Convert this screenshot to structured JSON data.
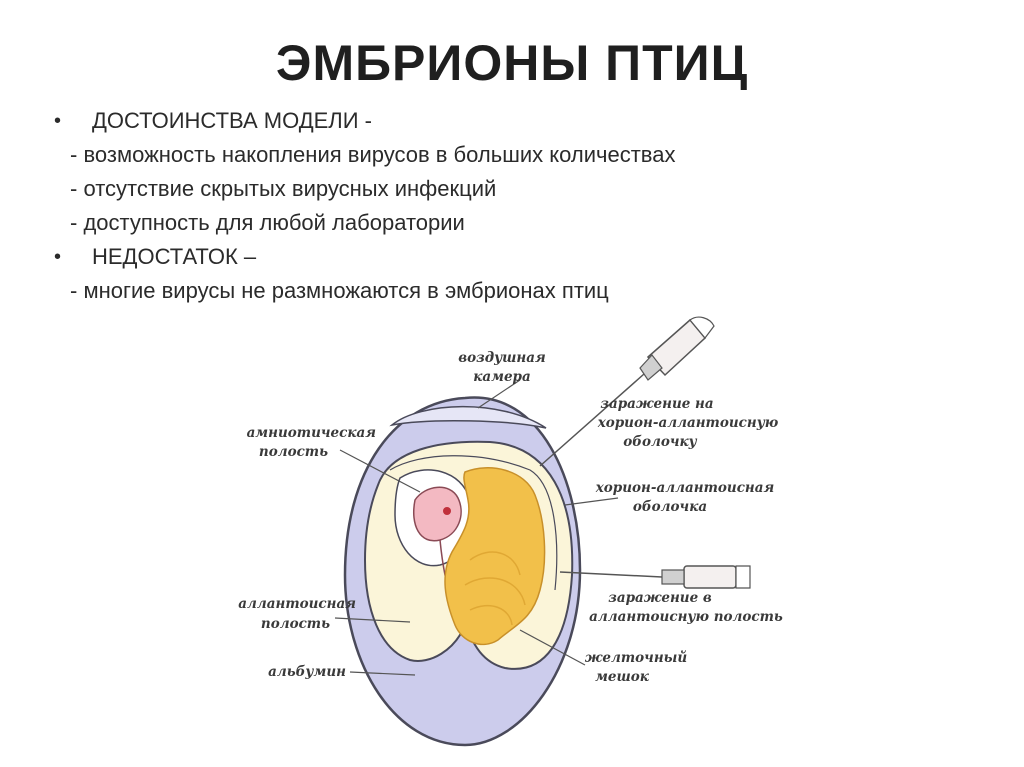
{
  "title": "ЭМБРИОНЫ ПТИЦ",
  "bullets": {
    "merits_heading": "ДОСТОИНСТВА МОДЕЛИ -",
    "merits": [
      "- возможность накопления вирусов в больших количествах",
      "- отсутствие скрытых вирусных инфекций",
      "- доступность для любой лаборатории"
    ],
    "drawback_heading": "НЕДОСТАТОК –",
    "drawbacks": [
      "- многие вирусы не размножаются в эмбрионах птиц"
    ],
    "bullet_symbol": "•"
  },
  "diagram": {
    "labels": {
      "air_chamber": [
        "воздушная",
        "камера"
      ],
      "amniotic_cavity": [
        "амниотическая",
        "полость"
      ],
      "infection_chorion": [
        "заражение на",
        "хорион-аллантоисную",
        "оболочку"
      ],
      "chorion_membrane": [
        "хорион-аллантоисная",
        "оболочка"
      ],
      "infection_allantois": [
        "заражение в",
        "аллантоисную полость"
      ],
      "allantoic_cavity": [
        "аллантоисная",
        "полость"
      ],
      "albumin": [
        "альбумин"
      ],
      "yolk_sac": [
        "желточный",
        "мешок"
      ]
    },
    "colors": {
      "shell_outline": "#4a4a5a",
      "albumin": "#ccccec",
      "allantois": "#fbf5d9",
      "yolk": "#f2c04a",
      "embryo": "#f3b9c2",
      "line": "#555555"
    }
  }
}
